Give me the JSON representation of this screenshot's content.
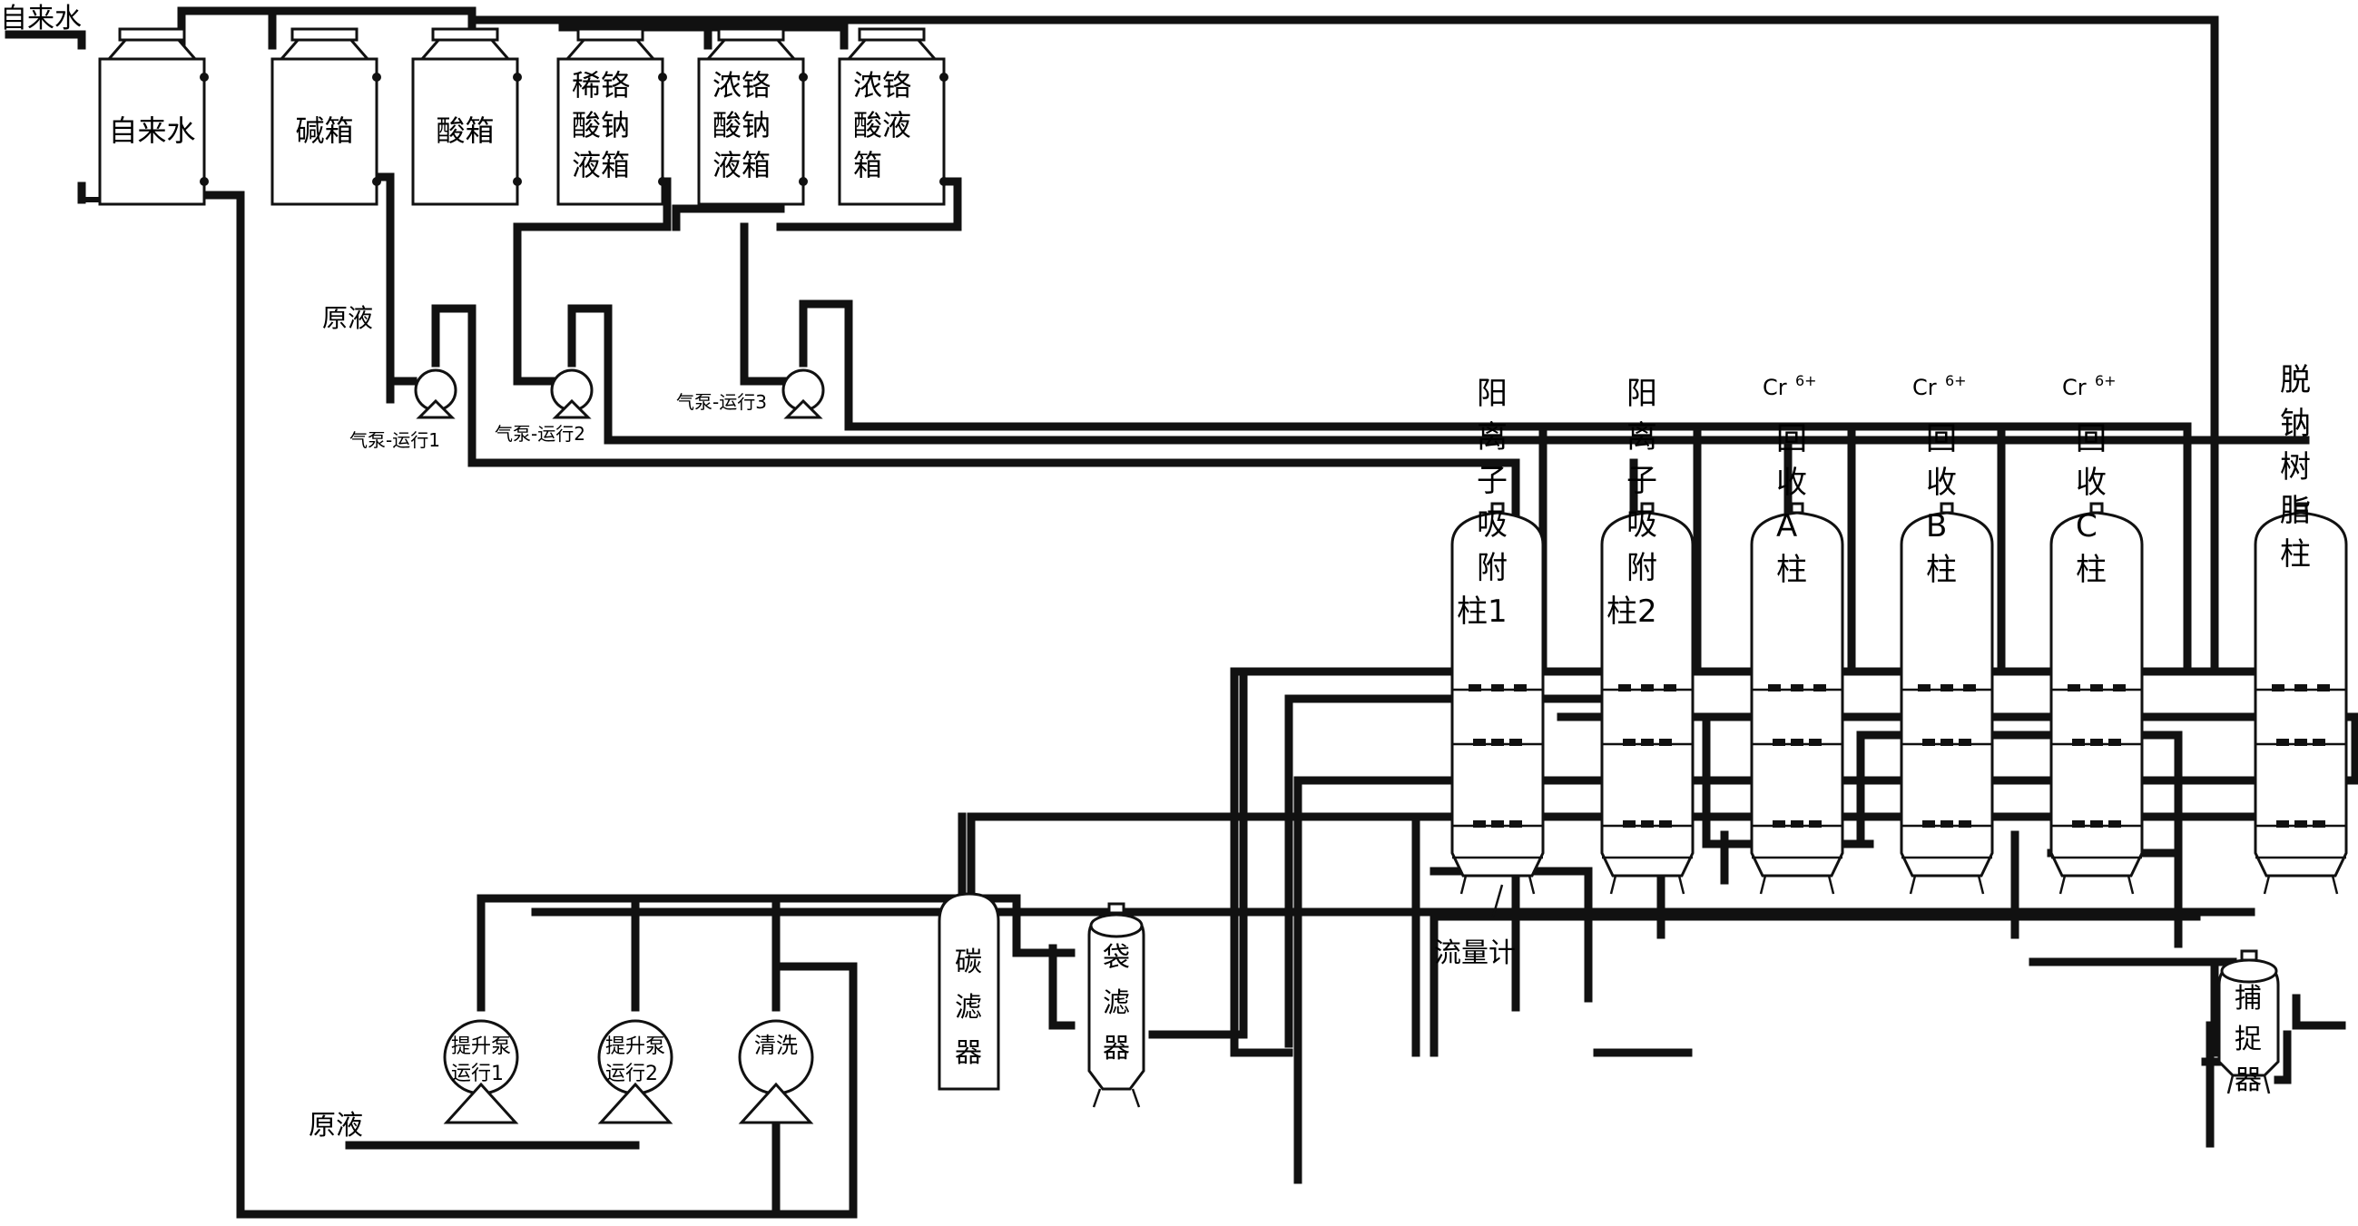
{
  "labels": {
    "tap_water_inlet": "自来水",
    "raw_liquid_top": "原液",
    "raw_liquid_bottom": "原液",
    "flow_meter": "流量计",
    "cr6": "Cr",
    "cr6_sup": "6+"
  },
  "tanks": [
    {
      "id": "tap-water-tank",
      "lines": [
        "自来水"
      ]
    },
    {
      "id": "alkali-tank",
      "lines": [
        "碱箱"
      ]
    },
    {
      "id": "acid-tank",
      "lines": [
        "酸箱"
      ]
    },
    {
      "id": "dilute-sodium-chromate-tank",
      "lines": [
        "稀铬",
        "酸钠",
        "液箱"
      ]
    },
    {
      "id": "concentrated-sodium-chromate-tank",
      "lines": [
        "浓铬",
        "酸钠",
        "液箱"
      ]
    },
    {
      "id": "concentrated-chromic-acid-tank",
      "lines": [
        "浓铬",
        "酸液",
        "箱"
      ]
    }
  ],
  "air_pumps": [
    "气泵-运行1",
    "气泵-运行2",
    "气泵-运行3"
  ],
  "columns": [
    {
      "id": "cation-adsorption-column-1",
      "lines": [
        "阳",
        "离",
        "子",
        "吸",
        "附",
        "柱1"
      ],
      "cr6": false
    },
    {
      "id": "cation-adsorption-column-2",
      "lines": [
        "阳",
        "离",
        "子",
        "吸",
        "附",
        "柱2"
      ],
      "cr6": false
    },
    {
      "id": "recovery-column-a",
      "lines": [
        "回",
        "收",
        "A",
        "柱"
      ],
      "cr6": true
    },
    {
      "id": "recovery-column-b",
      "lines": [
        "回",
        "收",
        "B",
        "柱"
      ],
      "cr6": true
    },
    {
      "id": "recovery-column-c",
      "lines": [
        "回",
        "收",
        "C",
        "柱"
      ],
      "cr6": true
    },
    {
      "id": "desodium-resin-column",
      "lines": [
        "脱",
        "钠",
        "树",
        "脂",
        "柱"
      ],
      "cr6": false
    }
  ],
  "filters": {
    "carbon": [
      "碳",
      "滤",
      "器"
    ],
    "bag": [
      "袋",
      "滤",
      "器"
    ],
    "catcher": [
      "捕",
      "捉",
      "器"
    ]
  },
  "bottom_pumps": [
    {
      "id": "lift-pump-1",
      "lines": [
        "提升泵",
        "运行1"
      ]
    },
    {
      "id": "lift-pump-2",
      "lines": [
        "提升泵",
        "运行2"
      ]
    },
    {
      "id": "cleaning-pump",
      "lines": [
        "清洗"
      ]
    }
  ]
}
